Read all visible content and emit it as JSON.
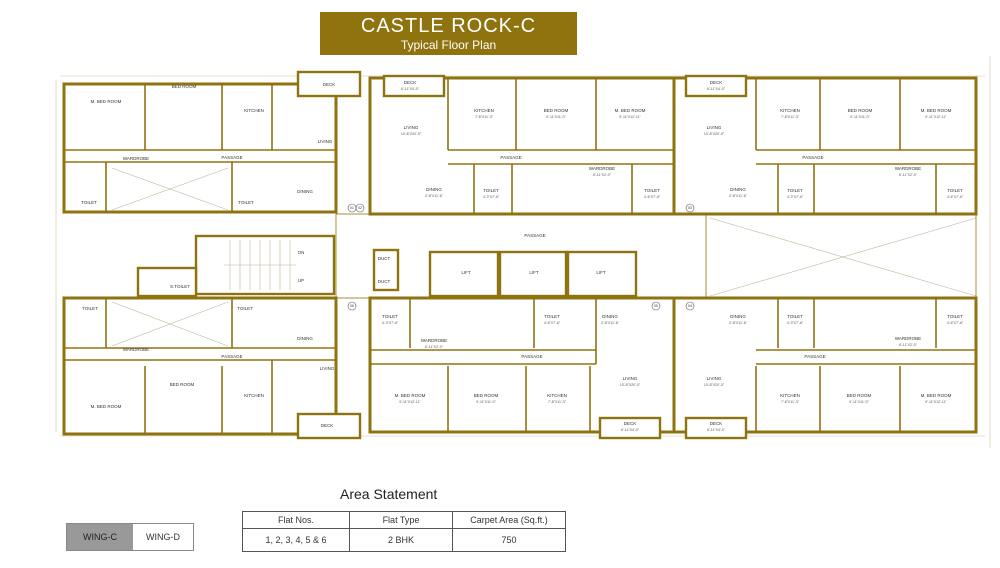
{
  "header": {
    "title": "CASTLE ROCK-C",
    "subtitle": "Typical Floor Plan"
  },
  "rooms": [
    {
      "id": "r1",
      "label": "M. BED ROOM",
      "dim": ""
    },
    {
      "id": "r2",
      "label": "BED ROOM",
      "dim": ""
    },
    {
      "id": "r3",
      "label": "KITCHEN",
      "dim": ""
    },
    {
      "id": "r4",
      "label": "DECK",
      "dim": ""
    },
    {
      "id": "r5",
      "label": "LIVING",
      "dim": ""
    },
    {
      "id": "r6",
      "label": "WARDROBE",
      "dim": ""
    },
    {
      "id": "r7",
      "label": "PASSAGE",
      "dim": ""
    },
    {
      "id": "r8",
      "label": "TOILET",
      "dim": ""
    },
    {
      "id": "r9",
      "label": "TOILET",
      "dim": ""
    },
    {
      "id": "r10",
      "label": "DINING",
      "dim": ""
    },
    {
      "id": "r11",
      "label": "DECK",
      "dim": "6'-11\"X4'-0\""
    },
    {
      "id": "r12",
      "label": "LIVING",
      "dim": "10'-8\"X20'-0\""
    },
    {
      "id": "r13",
      "label": "KITCHEN",
      "dim": "7'-8\"X11'-3\""
    },
    {
      "id": "r14",
      "label": "BED ROOM",
      "dim": "9'-11\"X11'-0\""
    },
    {
      "id": "r15",
      "label": "M. BED ROOM",
      "dim": "9'-11\"X12'-11\""
    },
    {
      "id": "r16",
      "label": "PASSAGE",
      "dim": ""
    },
    {
      "id": "r17",
      "label": "WARDROBE",
      "dim": "6'-11\"X2'-0\""
    },
    {
      "id": "r18",
      "label": "DINING",
      "dim": "2'-8\"X11'-6\""
    },
    {
      "id": "r19",
      "label": "TOILET",
      "dim": "4'-3\"X7'-6\""
    },
    {
      "id": "r20",
      "label": "TOILET",
      "dim": "4'-6\"X7'-6\""
    },
    {
      "id": "r21",
      "label": "DECK",
      "dim": "6'-11\"X4'-0\""
    },
    {
      "id": "r22",
      "label": "LIVING",
      "dim": "10'-8\"X20'-0\""
    },
    {
      "id": "r23",
      "label": "KITCHEN",
      "dim": "7'-8\"X11'-3\""
    },
    {
      "id": "r24",
      "label": "BED ROOM",
      "dim": "9'-11\"X11'-0\""
    },
    {
      "id": "r25",
      "label": "M. BED ROOM",
      "dim": "9'-11\"X12'-11\""
    },
    {
      "id": "r26",
      "label": "PASSAGE",
      "dim": ""
    },
    {
      "id": "r27",
      "label": "WARDROBE",
      "dim": "6'-11\"X2'-0\""
    },
    {
      "id": "r28",
      "label": "DINING",
      "dim": "2'-8\"X11'-6\""
    },
    {
      "id": "r29",
      "label": "TOILET",
      "dim": "4'-3\"X7'-6\""
    },
    {
      "id": "r30",
      "label": "TOILET",
      "dim": "4'-6\"X7'-6\""
    },
    {
      "id": "r31",
      "label": "PASSAGE",
      "dim": ""
    },
    {
      "id": "r32",
      "label": "ON",
      "dim": ""
    },
    {
      "id": "r33",
      "label": "UP",
      "dim": ""
    },
    {
      "id": "r34",
      "label": "S.TOILET",
      "dim": ""
    },
    {
      "id": "r35",
      "label": "DUCT",
      "dim": ""
    },
    {
      "id": "r36",
      "label": "DUCT",
      "dim": ""
    },
    {
      "id": "r37",
      "label": "LIFT",
      "dim": ""
    },
    {
      "id": "r38",
      "label": "LIFT",
      "dim": ""
    },
    {
      "id": "r39",
      "label": "LIFT",
      "dim": ""
    },
    {
      "id": "r40",
      "label": "TOILET",
      "dim": ""
    },
    {
      "id": "r41",
      "label": "TOILET",
      "dim": ""
    },
    {
      "id": "r42",
      "label": "DINING",
      "dim": ""
    },
    {
      "id": "r43",
      "label": "WARDROBE",
      "dim": ""
    },
    {
      "id": "r44",
      "label": "PASSAGE",
      "dim": ""
    },
    {
      "id": "r45",
      "label": "LIVING",
      "dim": ""
    },
    {
      "id": "r46",
      "label": "M. BED ROOM",
      "dim": ""
    },
    {
      "id": "r47",
      "label": "BED ROOM",
      "dim": ""
    },
    {
      "id": "r48",
      "label": "KITCHEN",
      "dim": ""
    },
    {
      "id": "r49",
      "label": "DECK",
      "dim": ""
    },
    {
      "id": "r50",
      "label": "TOILET",
      "dim": "4'-3\"X7'-6\""
    },
    {
      "id": "r51",
      "label": "TOILET",
      "dim": "4'-6\"X7'-6\""
    },
    {
      "id": "r52",
      "label": "WARDROBE",
      "dim": "6'-11\"X2'-0\""
    },
    {
      "id": "r53",
      "label": "DINING",
      "dim": "2'-8\"X11'-6\""
    },
    {
      "id": "r54",
      "label": "PASSAGE",
      "dim": ""
    },
    {
      "id": "r55",
      "label": "LIVING",
      "dim": "10'-8\"X20'-0\""
    },
    {
      "id": "r56",
      "label": "M. BED ROOM",
      "dim": "9'-11\"X12'-11\""
    },
    {
      "id": "r57",
      "label": "BED ROOM",
      "dim": "9'-11\"X11'-0\""
    },
    {
      "id": "r58",
      "label": "KITCHEN",
      "dim": "7'-8\"X11'-3\""
    },
    {
      "id": "r59",
      "label": "DECK",
      "dim": "6'-11\"X4'-0\""
    },
    {
      "id": "r60",
      "label": "TOILET",
      "dim": "4'-3\"X7'-6\""
    },
    {
      "id": "r61",
      "label": "TOILET",
      "dim": "4'-6\"X7'-6\""
    },
    {
      "id": "r62",
      "label": "WARDROBE",
      "dim": "6'-11\"X2'-0\""
    },
    {
      "id": "r63",
      "label": "DINING",
      "dim": "2'-8\"X11'-6\""
    },
    {
      "id": "r64",
      "label": "PASSAGE",
      "dim": ""
    },
    {
      "id": "r65",
      "label": "LIVING",
      "dim": "10'-8\"X20'-0\""
    },
    {
      "id": "r66",
      "label": "KITCHEN",
      "dim": "7'-8\"X11'-3\""
    },
    {
      "id": "r67",
      "label": "BED ROOM",
      "dim": "9'-11\"X11'-0\""
    },
    {
      "id": "r68",
      "label": "M. BED ROOM",
      "dim": "9'-11\"X12'-11\""
    },
    {
      "id": "r69",
      "label": "DECK",
      "dim": "6'-11\"X4'-0\""
    }
  ],
  "flat_numbers": [
    "01",
    "02",
    "03",
    "04",
    "05",
    "06"
  ],
  "area_statement": {
    "title": "Area Statement",
    "headers": [
      "Flat Nos.",
      "Flat Type",
      "Carpet Area (Sq.ft.)"
    ],
    "row": [
      "1, 2, 3, 4, 5 & 6",
      "2 BHK",
      "750"
    ]
  },
  "wing_selector": {
    "active": "WING-C",
    "other": "WING-D"
  },
  "colors": {
    "wall": "#8f730f",
    "title_bg": "#8f730f",
    "wing_active": "#999999"
  }
}
